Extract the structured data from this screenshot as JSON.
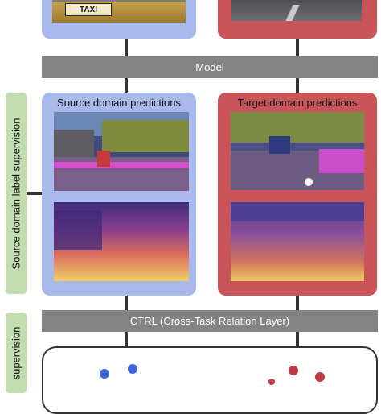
{
  "bars": {
    "model": "Model",
    "ctrl": "CTRL (Cross-Task Relation Layer)"
  },
  "side_labels": {
    "source_supervision": "Source domain label supervision",
    "bottom_supervision": "supervision"
  },
  "panels": {
    "source_title": "Source domain predictions",
    "target_title": "Target domain predictions"
  },
  "top_image_text": {
    "taxi": "TAXI"
  },
  "colors": {
    "source_panel": "#a9b9ec",
    "target_panel": "#c9555a",
    "bar": "#838383",
    "side_label": "#c2deb0",
    "blue_dot": "#3f63d9",
    "red_dot": "#c03a44"
  }
}
